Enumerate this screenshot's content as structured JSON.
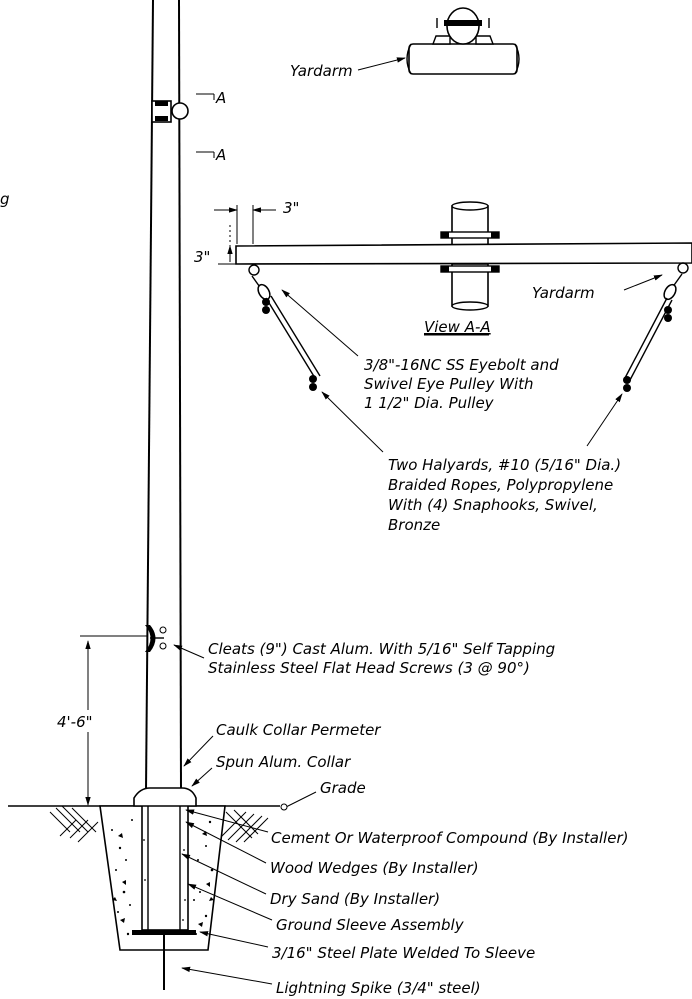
{
  "labels": {
    "partial_left": "g",
    "section_mark_top": "A",
    "section_mark_bottom": "A",
    "yardarm_top": "Yardarm",
    "dim_3_horizontal": "3\"",
    "dim_3_vertical": "3\"",
    "yardarm_view": "Yardarm",
    "view_title": "View A-A",
    "eyebolt_line1": "3/8\"-16NC SS Eyebolt and",
    "eyebolt_line2": "Swivel Eye Pulley With",
    "eyebolt_line3": "1 1/2\" Dia. Pulley",
    "halyard_line1": "Two Halyards, #10 (5/16\" Dia.)",
    "halyard_line2": "Braided Ropes, Polypropylene",
    "halyard_line3": "With (4) Snaphooks, Swivel,",
    "halyard_line4": "Bronze",
    "cleats_line1": "Cleats (9\") Cast Alum. With 5/16\" Self Tapping",
    "cleats_line2": "Stainless Steel Flat Head Screws (3 @ 90°)",
    "dim_cleat_height": "4'-6\"",
    "caulk": "Caulk Collar Permeter",
    "collar": "Spun Alum. Collar",
    "grade": "Grade",
    "cement": "Cement Or Waterproof Compound (By Installer)",
    "wedges": "Wood Wedges (By Installer)",
    "sand": "Dry Sand (By Installer)",
    "sleeve": "Ground Sleeve Assembly",
    "plate": "3/16\" Steel Plate Welded To Sleeve",
    "spike": "Lightning Spike (3/4\" steel)"
  }
}
